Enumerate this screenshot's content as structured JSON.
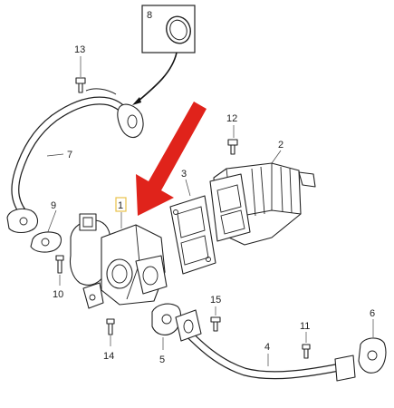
{
  "diagram": {
    "callouts": [
      {
        "id": "c1",
        "text": "1"
      },
      {
        "id": "c2",
        "text": "2"
      },
      {
        "id": "c3",
        "text": "3"
      },
      {
        "id": "c4",
        "text": "4"
      },
      {
        "id": "c5",
        "text": "5"
      },
      {
        "id": "c6",
        "text": "6"
      },
      {
        "id": "c7",
        "text": "7"
      },
      {
        "id": "c8",
        "text": "8"
      },
      {
        "id": "c9",
        "text": "9"
      },
      {
        "id": "c10",
        "text": "10"
      },
      {
        "id": "c11",
        "text": "11"
      },
      {
        "id": "c12",
        "text": "12"
      },
      {
        "id": "c13",
        "text": "13"
      },
      {
        "id": "c14",
        "text": "14"
      },
      {
        "id": "c15",
        "text": "15"
      }
    ],
    "colors": {
      "arrow": "#e0231b",
      "highlight_box": "#e8c24a",
      "line": "#222222"
    },
    "icons": [
      "red-arrow-icon",
      "o-ring-icon"
    ]
  }
}
